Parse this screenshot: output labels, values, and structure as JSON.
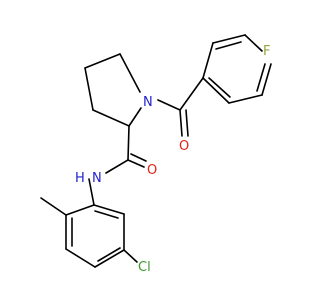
{
  "atoms": {
    "fluorine": "F",
    "ring_nitrogen": "N",
    "carbonyl_oxygen_top": "O",
    "carbonyl_oxygen_amide": "O",
    "amide_nitrogen": "N",
    "amide_hydrogen": "H",
    "chlorine": "Cl"
  },
  "colors": {
    "fluorine": "#8FA63A",
    "nitrogen": "#2222CC",
    "oxygen": "#E2231A",
    "chlorine": "#3A9A2A",
    "bond": "#000000"
  }
}
